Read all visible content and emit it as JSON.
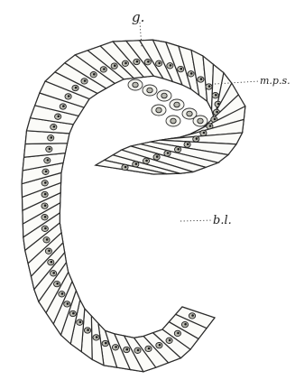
{
  "labels": {
    "top": "g.",
    "right_upper": "m.p.s.",
    "center": "b.l."
  }
}
